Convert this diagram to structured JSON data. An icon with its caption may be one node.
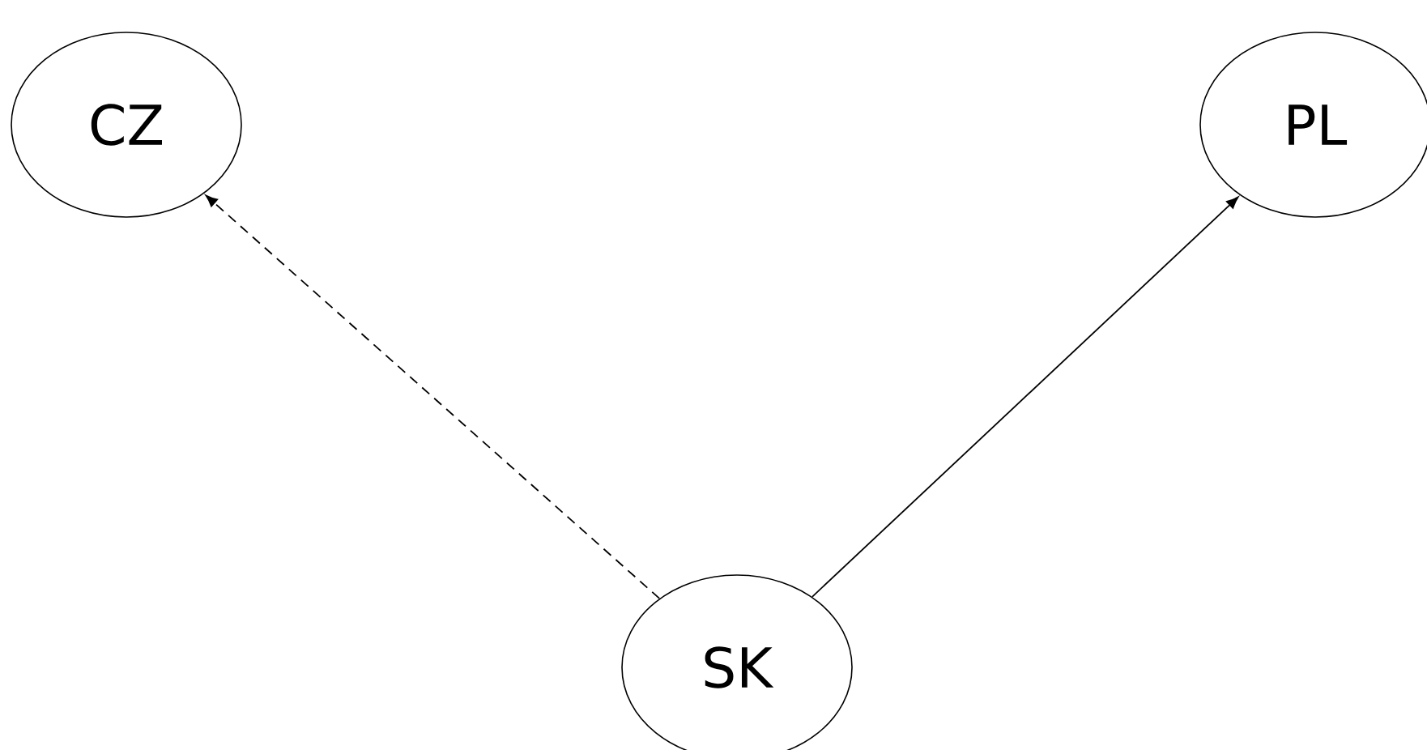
{
  "diagram": {
    "nodes": [
      {
        "text": [
          "CZ"
        ]
      },
      {
        "text": [
          "PL"
        ]
      },
      {
        "text": [
          "SK"
        ]
      }
    ],
    "edges": [
      {
        "from": 2,
        "to": 0,
        "arrow": "to",
        "style": "dashed"
      },
      {
        "from": 2,
        "to": 1,
        "arrow": "to"
      }
    ]
  }
}
